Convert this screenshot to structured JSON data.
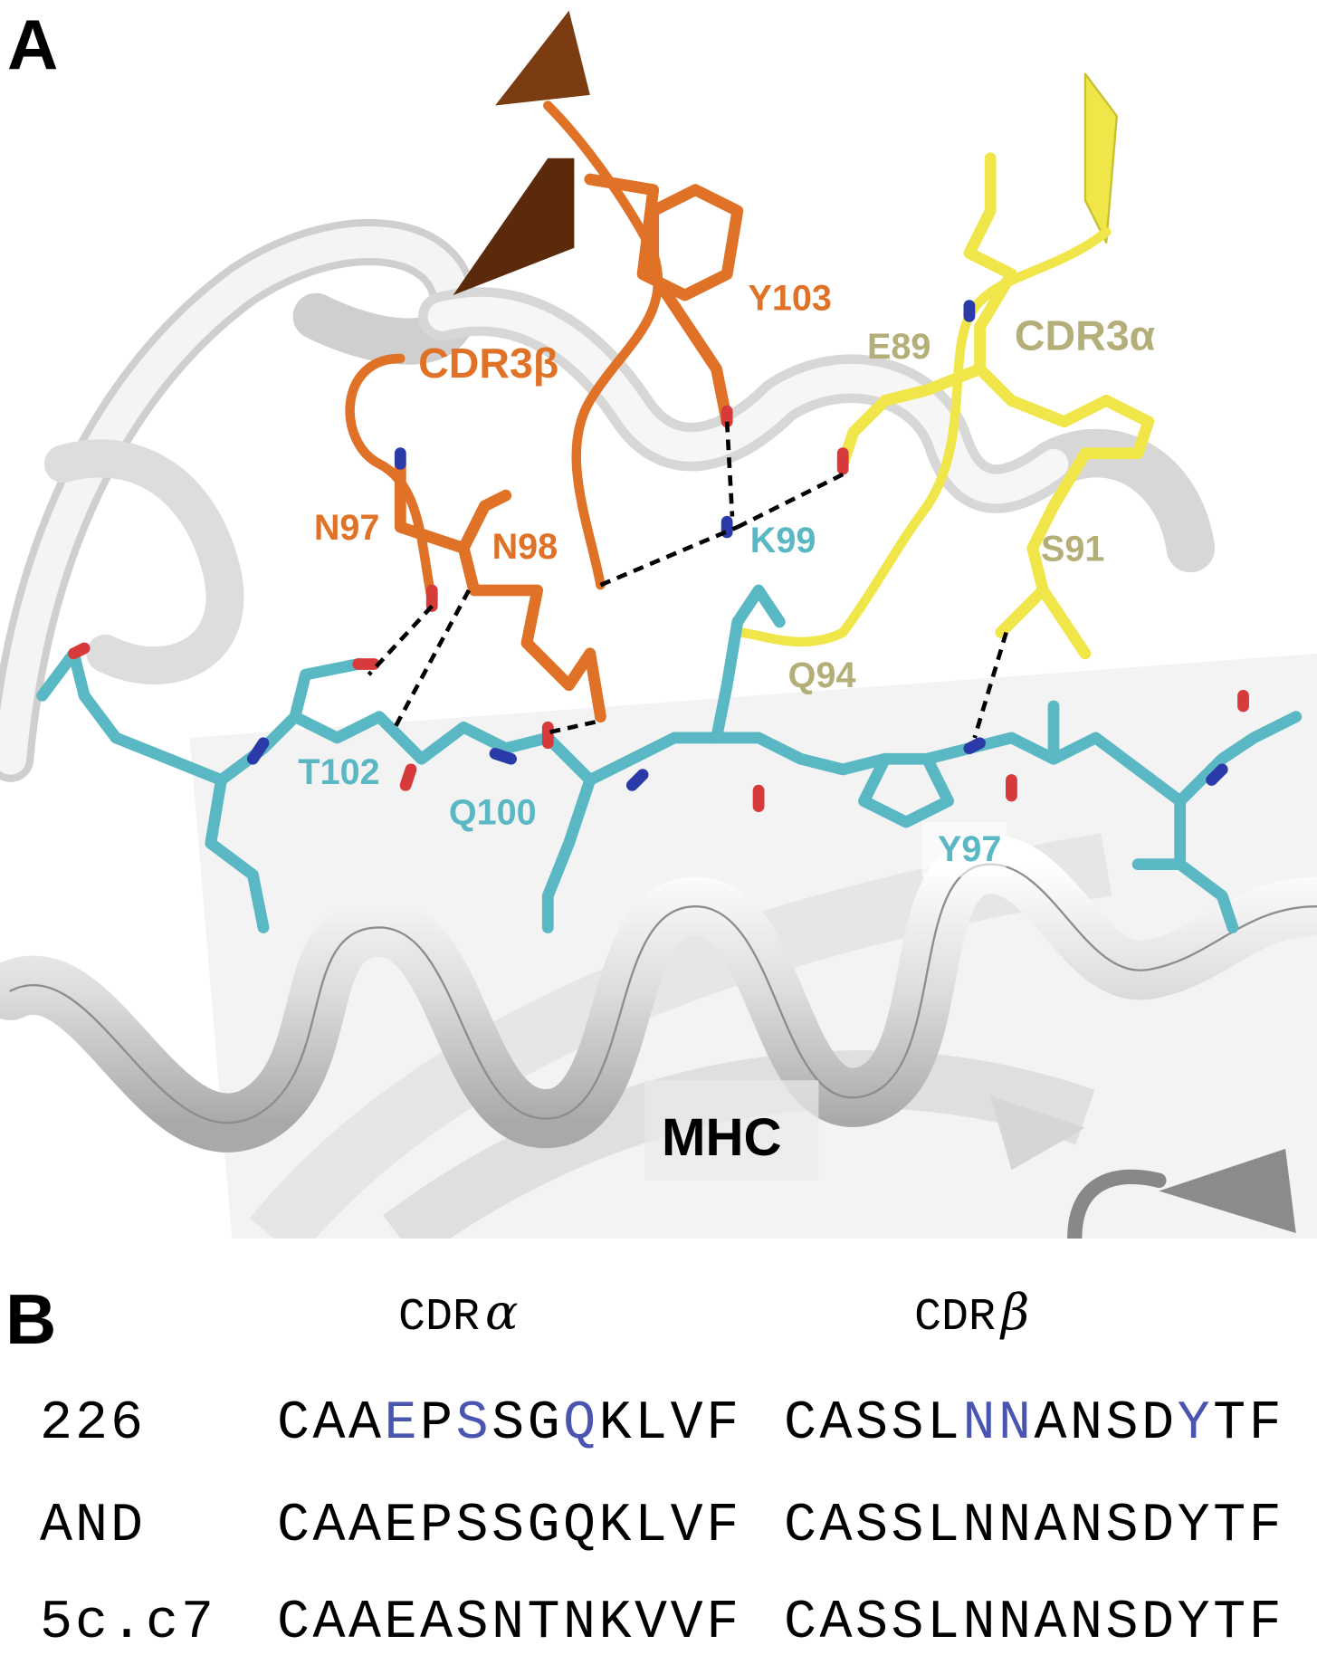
{
  "panel_a": {
    "letter": "A",
    "labels": {
      "cdr3b": "CDR3β",
      "cdr3a": "CDR3α",
      "y103": "Y103",
      "e89": "E89",
      "n97": "N97",
      "n98": "N98",
      "k99": "K99",
      "s91": "S91",
      "q94": "Q94",
      "t102": "T102",
      "q100": "Q100",
      "y97": "Y97",
      "mhc": "MHC"
    },
    "colors": {
      "cdr3b": "#e07228",
      "cdr3a": "#b4ae78",
      "peptide": "#5ab8c4",
      "oxygen": "#d63a3a",
      "nitrogen": "#2a3aa8",
      "mhc_ribbon": "#e6e6e6"
    }
  },
  "panel_b": {
    "letter": "B",
    "headers": {
      "alpha_text": "CDR",
      "alpha_greek": "α",
      "beta_text": "CDR",
      "beta_greek": "β"
    },
    "highlight_color": "#4a55b0",
    "rows": [
      {
        "name": "226",
        "alpha": [
          {
            "t": "CAA",
            "h": false
          },
          {
            "t": "E",
            "h": true
          },
          {
            "t": "P",
            "h": false
          },
          {
            "t": "S",
            "h": true
          },
          {
            "t": "SG",
            "h": false
          },
          {
            "t": "Q",
            "h": true
          },
          {
            "t": "KLVF",
            "h": false
          }
        ],
        "beta": [
          {
            "t": "CASSL",
            "h": false
          },
          {
            "t": "NN",
            "h": true
          },
          {
            "t": "ANSD",
            "h": false
          },
          {
            "t": "Y",
            "h": true
          },
          {
            "t": "TF",
            "h": false
          }
        ]
      },
      {
        "name": "AND",
        "alpha": [
          {
            "t": "CAAEPSSGQKLVF",
            "h": false
          }
        ],
        "beta": [
          {
            "t": "CASSLNNANSDYTF",
            "h": false
          }
        ]
      },
      {
        "name": "5c.c7",
        "alpha": [
          {
            "t": "CAAEASNTNKVVF",
            "h": false
          }
        ],
        "beta": [
          {
            "t": "CASSLNNANSDYTF",
            "h": false
          }
        ]
      }
    ]
  }
}
